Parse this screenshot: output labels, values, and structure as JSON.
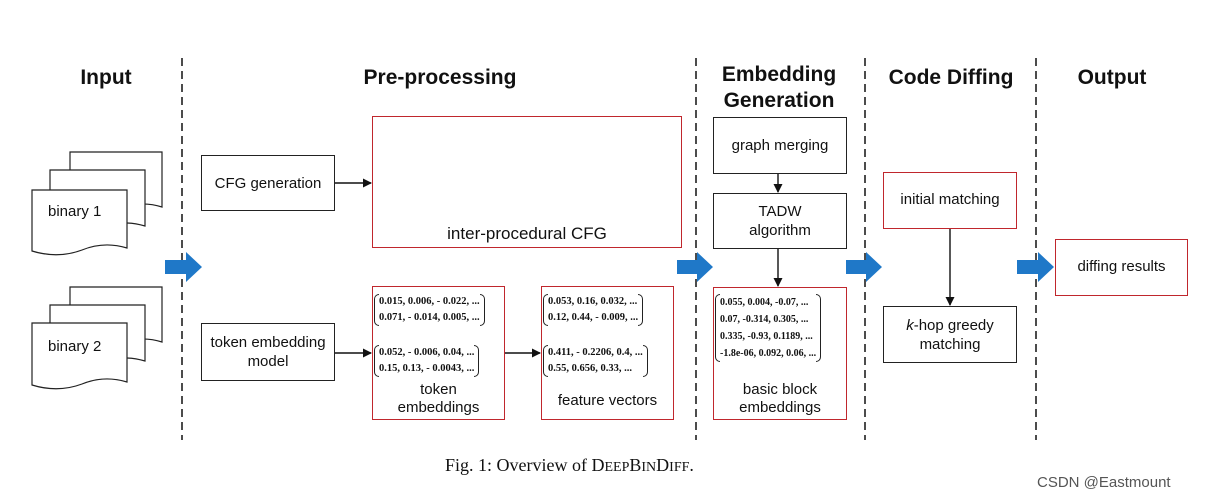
{
  "stages": {
    "input": "Input",
    "preprocessing": "Pre-processing",
    "embedding_line1": "Embedding",
    "embedding_line2": "Generation",
    "diffing": "Code Diffing",
    "output": "Output"
  },
  "inputs": {
    "binary1": "binary 1",
    "binary2": "binary 2"
  },
  "preprocessing": {
    "cfg_generation": "CFG generation",
    "token_model_line1": "token embedding",
    "token_model_line2": "model",
    "cfg_label": "inter-procedural CFG",
    "token_emb_line1": "token",
    "token_emb_line2": "embeddings",
    "feature_vectors": "feature vectors",
    "token_matrix_a": [
      "0.015, 0.006, - 0.022, ...",
      "0.071, - 0.014, 0.005, ..."
    ],
    "token_matrix_b": [
      "0.052, - 0.006, 0.04, ...",
      "0.15, 0.13, - 0.0043, ..."
    ],
    "feature_matrix_a": [
      "0.053, 0.16, 0.032, ...",
      "0.12, 0.44, - 0.009, ..."
    ],
    "feature_matrix_b": [
      "0.411, - 0.2206, 0.4, ...",
      "0.55, 0.656, 0.33, ..."
    ]
  },
  "embedding": {
    "graph_merging": "graph merging",
    "tadw_line1": "TADW",
    "tadw_line2": "algorithm",
    "bb_matrix": [
      "0.055, 0.004, -0.07, ...",
      "0.07, -0.314, 0.305, ...",
      "0.335, -0.93, 0.1189, ...",
      "-1.8e-06, 0.092, 0.06, ..."
    ],
    "bb_line1": "basic block",
    "bb_line2": "embeddings"
  },
  "diffing": {
    "initial_matching": "initial matching",
    "khop_k": "k",
    "khop_rest": "-hop greedy",
    "khop_line2": "matching"
  },
  "output": {
    "diffing_results": "diffing results"
  },
  "caption": {
    "prefix": "Fig. 1: Overview of D",
    "sc1": "EEP",
    "b": "B",
    "sc2": "IN",
    "d": "D",
    "sc3": "IFF",
    "suffix": "."
  },
  "watermark": "CSDN @Eastmount",
  "colors": {
    "cfg_node_orange": "#f08a2e",
    "cfg_node_blue": "#8ea9dc",
    "flow_arrow": "#1f78c8",
    "highlight_border": "#c0272d"
  }
}
